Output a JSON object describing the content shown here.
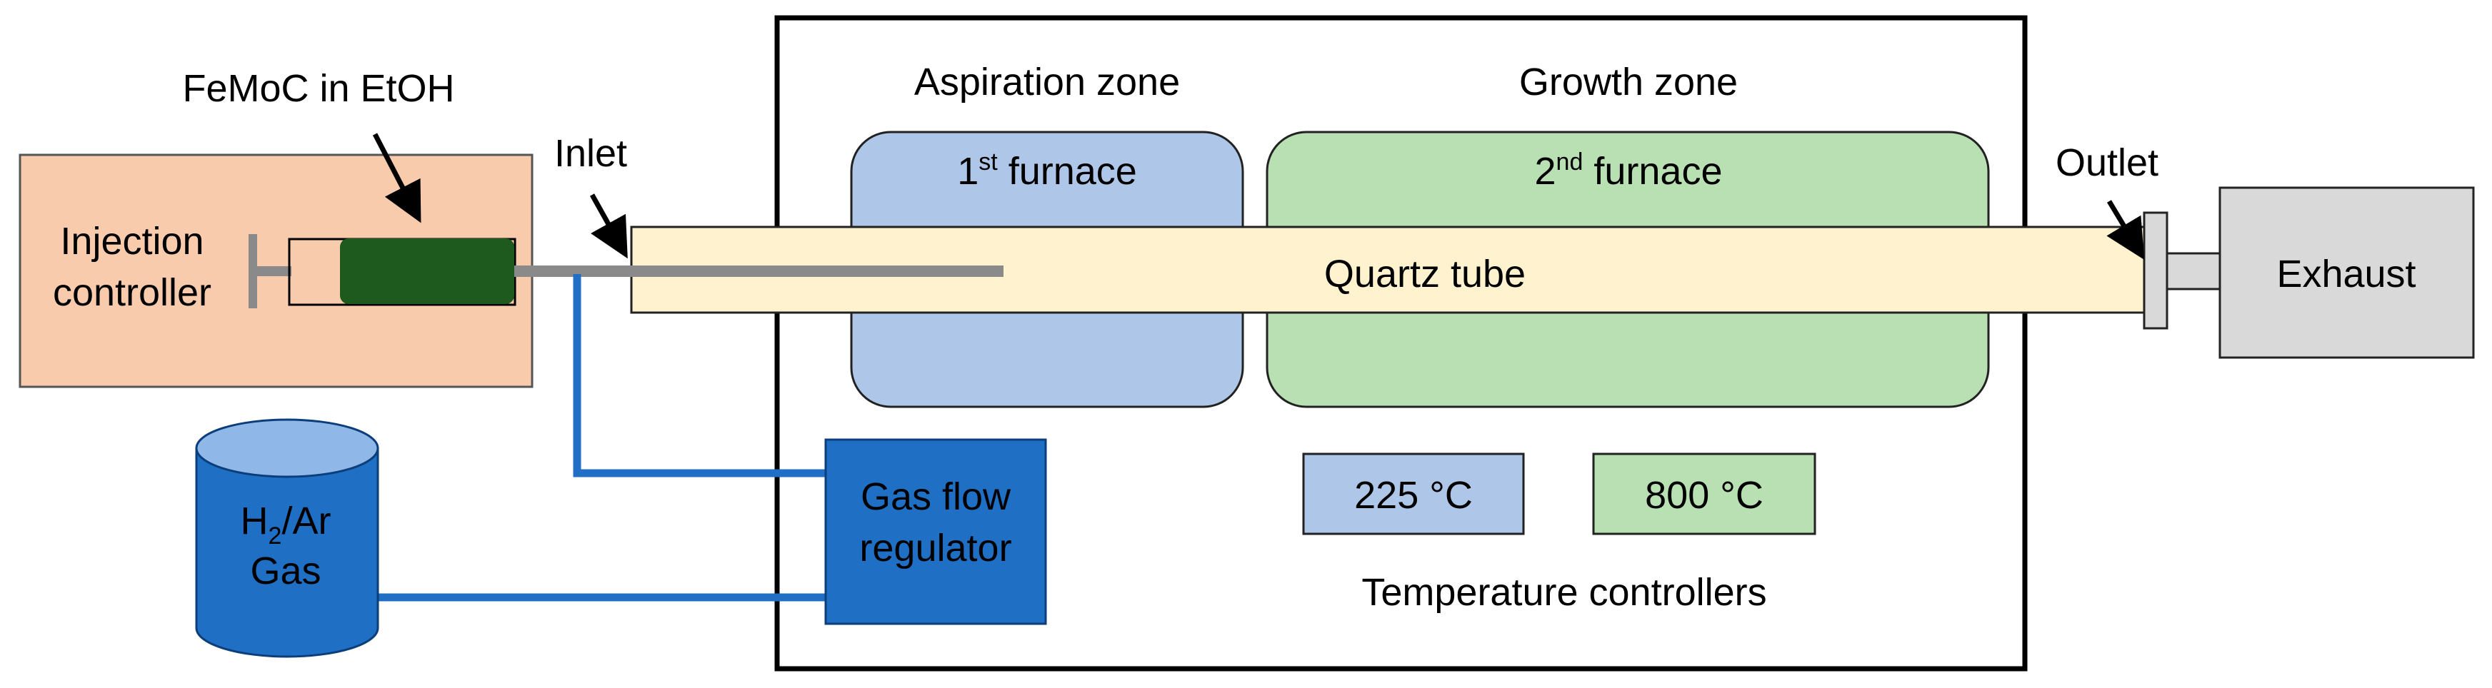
{
  "labels": {
    "femoc": "FeMoC in EtOH",
    "injection_line1": "Injection",
    "injection_line2": "controller",
    "inlet": "Inlet",
    "outlet": "Outlet",
    "aspiration_zone": "Aspiration zone",
    "growth_zone": "Growth zone",
    "furnace1_num": "1",
    "furnace1_sup": "st",
    "furnace1_text": " furnace",
    "furnace2_num": "2",
    "furnace2_sup": "nd",
    "furnace2_text": " furnace",
    "quartz_tube": "Quartz tube",
    "exhaust": "Exhaust",
    "gas_line1_h": "H",
    "gas_line1_sub": "2",
    "gas_line1_rest": "/Ar",
    "gas_line2": "Gas",
    "regulator_line1": "Gas flow",
    "regulator_line2": "regulator",
    "temp1": "225 °C",
    "temp2": "800 °C",
    "temp_controllers": "Temperature controllers"
  },
  "colors": {
    "injection_box": "#f9cbad",
    "furnace1": "#aec6e8",
    "furnace2": "#b8e0b3",
    "quartz_tube": "#fff3cf",
    "exhaust": "#d9d9d9",
    "syringe_liquid": "#1e5a1e",
    "gas_line": "#1f6fc4",
    "gas_cylinder": "#1f6fc4",
    "gas_cylinder_top": "#8fb8e8",
    "regulator": "#1f6fc4",
    "rod": "#8a8a8a"
  }
}
